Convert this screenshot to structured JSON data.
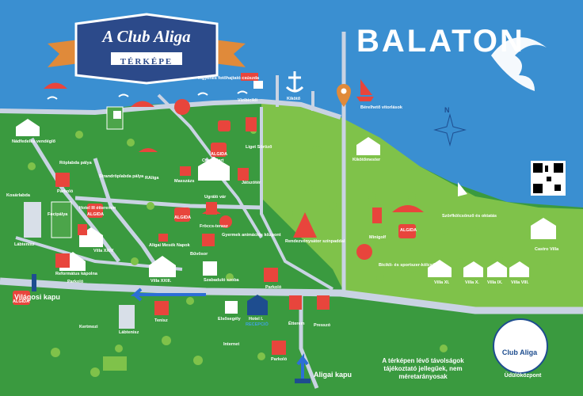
{
  "title": {
    "main": "A Club Aliga",
    "sub": "TÉRKÉPE"
  },
  "lake": "BALATON",
  "compass": "N",
  "note": "A térképen lévő távolságok tájékoztató jellegűek, nem méretarányosak",
  "logo": {
    "name": "Club Aliga",
    "arc": "Üdülőközpont"
  },
  "colors": {
    "water": "#3a8fd1",
    "land": "#3a9a3f",
    "land_light": "#7fc24a",
    "road": "#c9d3e3",
    "accent": "#e8453c",
    "brand": "#1e4d8f"
  },
  "labels": {
    "ingyenes": "Ingyenes fotőhajtató csúszda",
    "vizibicikli": "Vízibicikli",
    "kikoto": "Kikötő",
    "berelheto": "Bérelhető vitorlások",
    "kikotomester": "Kikötőmester",
    "szorf": "Szörfkölcsönző és oktatás",
    "castro": "Castro Villa",
    "villa_xi": "Villa XI.",
    "villa_x": "Villa X.",
    "villa_ix": "Villa IX.",
    "villa_viii": "Villa VIII.",
    "bicikli": "Bicikli- és sportszer-kölcsönző",
    "minigolf": "Minigolf",
    "algida": "ALGIDA",
    "rendezvenyszatorr": "Rendezvénysátor színpaddal",
    "liget": "Liget Söröző",
    "jatszoter": "Játszótér",
    "crazy": "Crazy Cart",
    "masszazs": "Masszázs",
    "ugralo": "Ugráló vár",
    "aliga": "RAliga",
    "strand": "Strandröplabda pálya",
    "ropi": "Röplabda pálya",
    "nadfedeles": "Nádfedeles vendéglő",
    "parkolo": "Parkoló",
    "hotel_iii": "Hotel III étteremm",
    "kosarlabda": "Kosárlabda",
    "focipalya": "Focipálya",
    "labtenisz": "Lábtenisz",
    "villa_xxiv": "Villa XXIV",
    "aligai_mesek": "Aligai Mesék Napok",
    "frocs": "Fröccs-terasz",
    "buvosor": "Bűvösor",
    "gyermek": "Gyermek animációs központ",
    "reformatus": "Református kápolna",
    "villa_xxiii": "Villa XXIII.",
    "szabadulo": "Szabaduló szoba",
    "vilagosi": "Világosi kapu",
    "kertmozi": "Kertmozi",
    "tenisz": "Tenisz",
    "elsosegely": "Elsősegély",
    "hotel_i": "Hotel I.",
    "recepcio": "RECEPCIÓ",
    "internet": "Internet",
    "etterem": "Étterem",
    "presszo": "Presszó",
    "aligai_kapu": "Aligai kapu"
  }
}
